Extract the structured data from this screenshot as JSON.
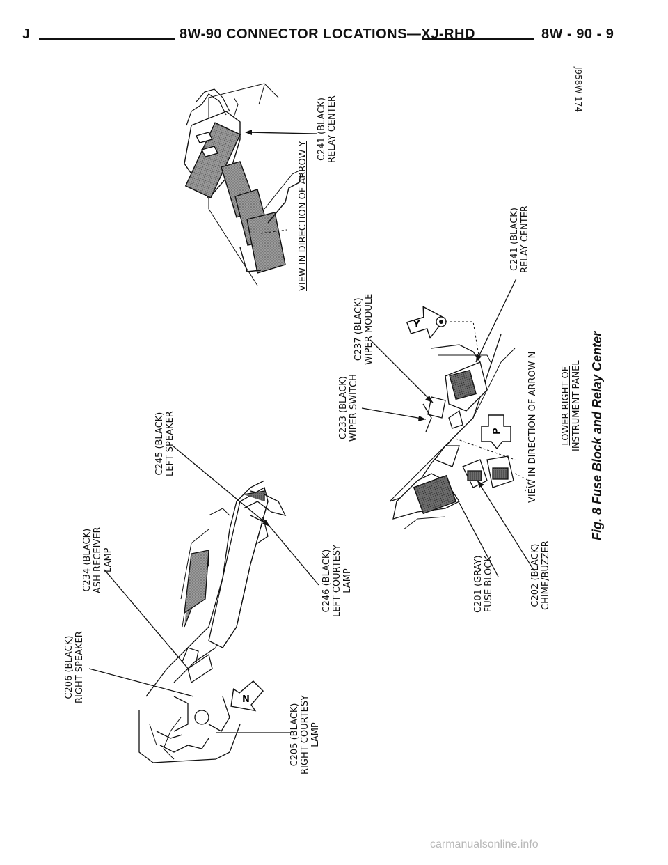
{
  "header": {
    "left_letter": "J",
    "title": "8W-90 CONNECTOR LOCATIONS—XJ-RHD",
    "page_number": "8W - 90 - 9"
  },
  "figure_id": "J958W-174",
  "caption": "Fig. 8 Fuse Block and Relay Center",
  "views": {
    "arrow_y": "VIEW IN DIRECTION OF ARROW Y",
    "arrow_n": "VIEW IN DIRECTION OF ARROW N",
    "lower_right_1": "LOWER RIGHT OF",
    "lower_right_2": "INSTRUMENT PANEL"
  },
  "arrow_letters": {
    "y": "Y",
    "p": "P",
    "n": "N"
  },
  "labels": {
    "c241_top": {
      "line1": "C241 (BLACK)",
      "line2": "RELAY CENTER"
    },
    "c241_mid": {
      "line1": "C241 (BLACK)",
      "line2": "RELAY CENTER"
    },
    "c237": {
      "line1": "C237 (BLACK)",
      "line2": "WIPER MODULE"
    },
    "c233": {
      "line1": "C233 (BLACK)",
      "line2": "WIPER SWITCH"
    },
    "c245": {
      "line1": "C245 (BLACK)",
      "line2": "LEFT SPEAKER"
    },
    "c234": {
      "line1": "C234 (BLACK)",
      "line2": "ASH RECEIVER",
      "line3": "LAMP"
    },
    "c206": {
      "line1": "C206 (BLACK)",
      "line2": "RIGHT SPEAKER"
    },
    "c246": {
      "line1": "C246 (BLACK)",
      "line2": "LEFT COURTESY",
      "line3": "LAMP"
    },
    "c205": {
      "line1": "C205 (BLACK)",
      "line2": "RIGHT COURTESY",
      "line3": "LAMP"
    },
    "c201": {
      "line1": "C201 (GRAY)",
      "line2": "FUSE BLOCK"
    },
    "c202": {
      "line1": "C202 (BLACK)",
      "line2": "CHIME/BUZZER"
    }
  },
  "watermark": "carmanualsonline.info"
}
